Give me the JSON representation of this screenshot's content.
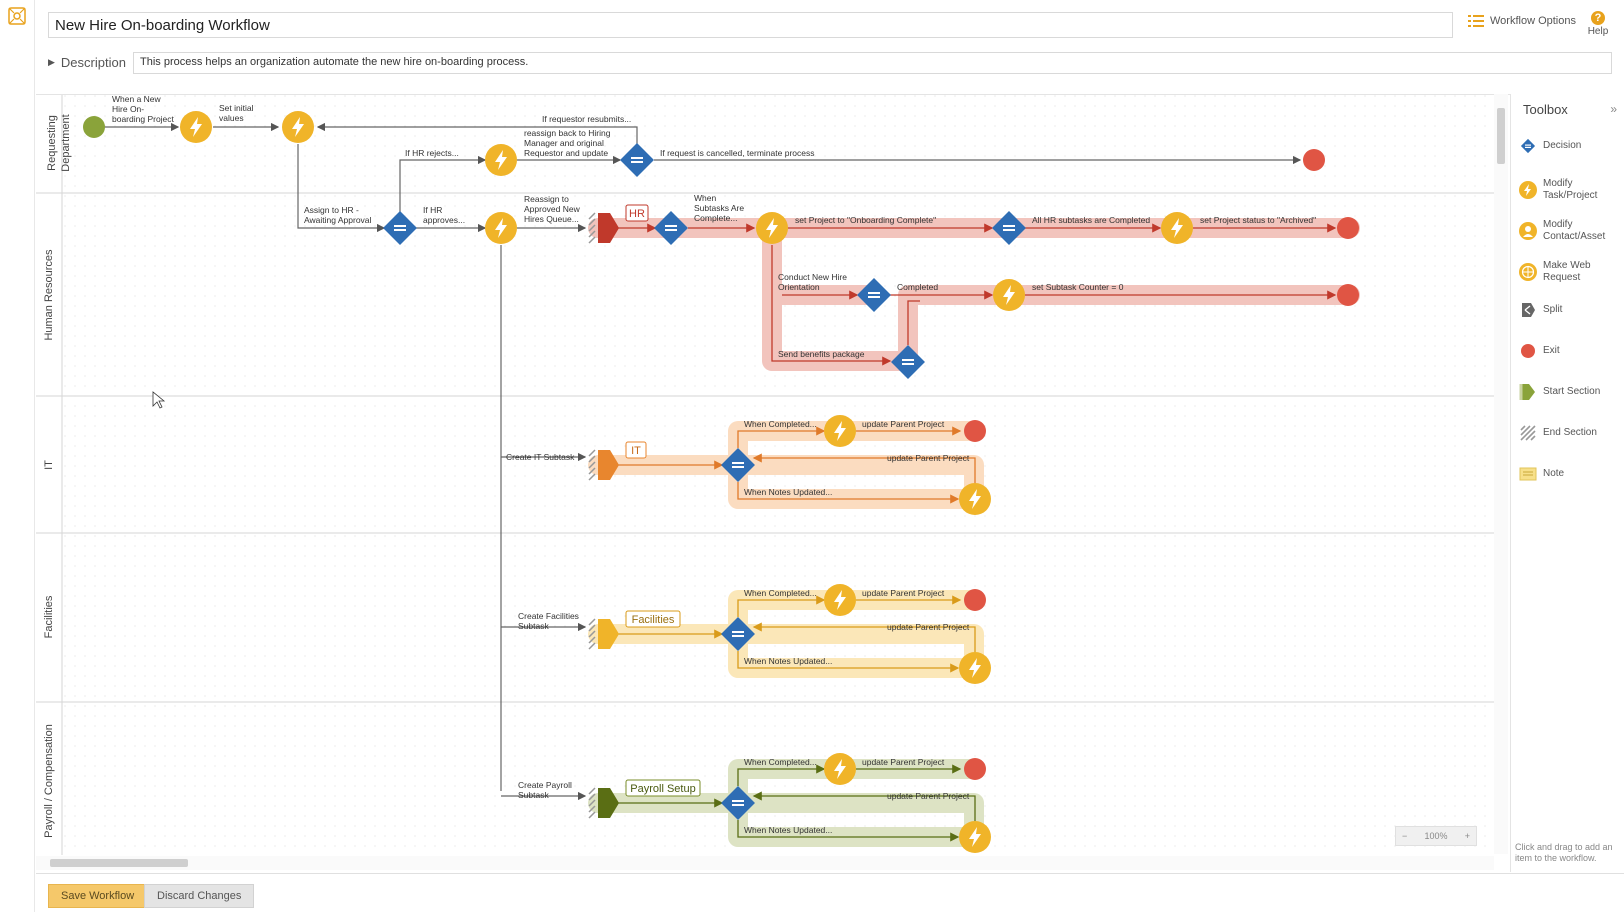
{
  "header": {
    "title": "New Hire On-boarding Workflow",
    "workflow_options": "Workflow Options",
    "help": "Help",
    "help_glyph": "?",
    "description_label": "Description",
    "description": "This process helps an organization automate the new hire on-boarding process."
  },
  "lanes": [
    "Requesting Department",
    "Human Resources",
    "IT",
    "Facilities",
    "Payroll / Compensation"
  ],
  "labels": {
    "start": [
      "When a New",
      "Hire On-",
      "boarding Project"
    ],
    "set_initial": [
      "Set initial",
      "values"
    ],
    "resubmits": "If requestor resubmits...",
    "reassign_back": [
      "reassign back to Hiring",
      "Manager and original",
      "Requestor and update"
    ],
    "hr_rejects": "If HR rejects...",
    "cancelled": "If request is cancelled, terminate process",
    "assign_hr": [
      "Assign to HR -",
      "Awaiting Approval"
    ],
    "hr_approves": [
      "If HR",
      "approves..."
    ],
    "reassign_approved": [
      "Reassign to",
      "Approved New",
      "Hires Queue..."
    ],
    "hr_section": "HR",
    "subtasks_complete": [
      "When",
      "Subtasks Are",
      "Complete..."
    ],
    "onboarding_complete": "set Project to \"Onboarding Complete\"",
    "all_hr_done": "All HR subtasks are Completed",
    "archived": "set Project status to \"Archived\"",
    "orientation": [
      "Conduct New Hire",
      "Orientation"
    ],
    "completed": "Completed",
    "subtask_counter": "set Subtask Counter = 0",
    "benefits": "Send benefits package",
    "it_subtask": "Create IT Subtask",
    "it_section": "IT",
    "facilities_subtask": [
      "Create Facilities",
      "Subtask"
    ],
    "facilities_section": "Facilities",
    "payroll_subtask": [
      "Create Payroll",
      "Subtask"
    ],
    "payroll_section": "Payroll Setup",
    "when_completed": "When Completed...",
    "update_parent": "update Parent Project",
    "when_notes": "When Notes Updated..."
  },
  "toolbox": {
    "title": "Toolbox",
    "collapse": "»",
    "items": [
      {
        "label": [
          "Decision"
        ],
        "icon": "decision-icon"
      },
      {
        "label": [
          "Modify",
          "Task/Project"
        ],
        "icon": "bolt-icon"
      },
      {
        "label": [
          "Modify",
          "Contact/Asset"
        ],
        "icon": "person-icon"
      },
      {
        "label": [
          "Make Web",
          "Request"
        ],
        "icon": "globe-icon"
      },
      {
        "label": [
          "Split"
        ],
        "icon": "split-icon"
      },
      {
        "label": [
          "Exit"
        ],
        "icon": "exit-icon"
      },
      {
        "label": [
          "Start Section"
        ],
        "icon": "start-section-icon"
      },
      {
        "label": [
          "End Section"
        ],
        "icon": "end-section-icon"
      },
      {
        "label": [
          "Note"
        ],
        "icon": "note-icon"
      }
    ],
    "hint": "Click and drag to add an item to the workflow."
  },
  "zoom": {
    "minus": "−",
    "level": "100%",
    "plus": "+"
  },
  "footer": {
    "save": "Save Workflow",
    "discard": "Discard Changes"
  },
  "colors": {
    "bolt": "#f0b429",
    "decision": "#2e6db4",
    "exit": "#e05544",
    "start": "#8aa33a",
    "hr": "#c0392b",
    "it": "#e8862e",
    "facilities": "#f0b429",
    "payroll": "#5a6e14"
  }
}
